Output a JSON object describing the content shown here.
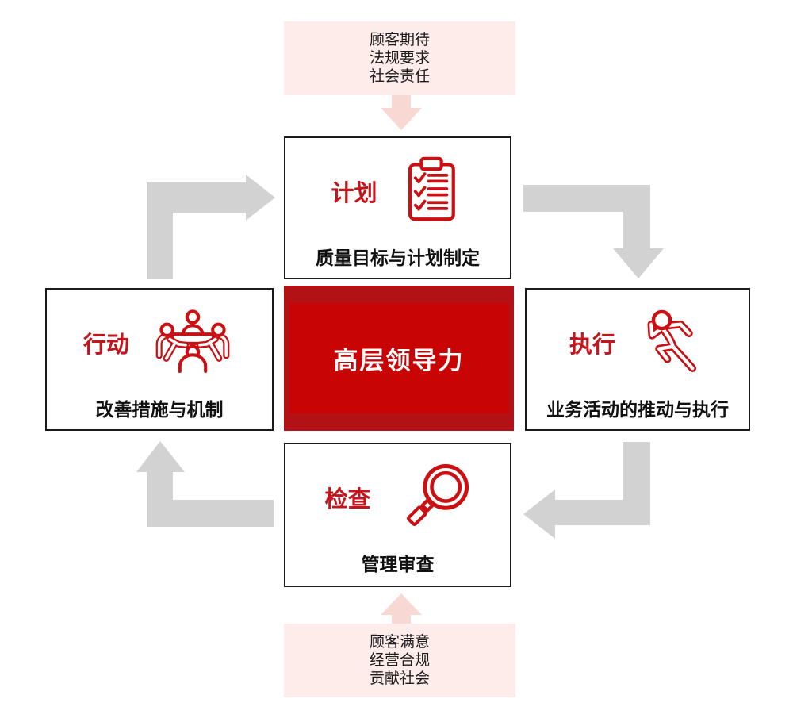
{
  "diagram_title": "PDCA cycle with top-level leadership",
  "colors": {
    "accent_red": "#c5151c",
    "icon_red": "#cc0f12",
    "center_outer": "#b21116",
    "center_inner": "#c80404",
    "gray_arrow": "#d2d2d2",
    "pink_box_bg": "#fdecea",
    "pink_arrow": "#f8d8d3",
    "box_border": "#1a1a1a",
    "label_black": "#111111"
  },
  "inputs_top": {
    "lines": [
      "顾客期待",
      "法规要求",
      "社会责任"
    ]
  },
  "center": {
    "label": "高层领导力"
  },
  "stages": {
    "plan": {
      "title": "计划",
      "label": "质量目标与计划制定",
      "icon": "clipboard-checklist-icon"
    },
    "do": {
      "title": "执行",
      "label": "业务活动的推动与执行",
      "icon": "runner-icon"
    },
    "check": {
      "title": "检查",
      "label": "管理审查",
      "icon": "magnifier-icon"
    },
    "act": {
      "title": "行动",
      "label": "改善措施与机制",
      "icon": "meeting-icon"
    }
  },
  "outputs_bottom": {
    "lines": [
      "顾客满意",
      "经营合规",
      "贡献社会"
    ]
  }
}
